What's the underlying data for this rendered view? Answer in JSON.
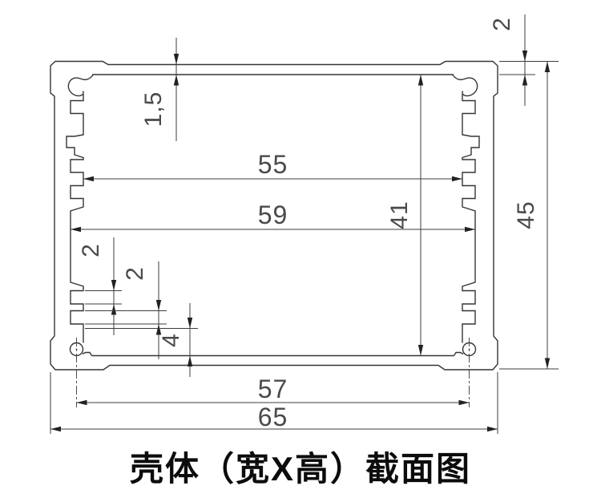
{
  "caption": "壳体（宽X高）截面图",
  "colors": {
    "background": "#ffffff",
    "line": "#353535",
    "dim_text": "#4a4a4a",
    "caption_text": "#0c0c0c"
  },
  "drawing": {
    "type": "cad-cross-section",
    "subject": "extruded enclosure profile"
  },
  "dimensions": {
    "lid_thickness": {
      "label": "1,5"
    },
    "top_cap_thickness": {
      "label": "2"
    },
    "inner_width_between_ribs": {
      "label": "55"
    },
    "inner_width": {
      "label": "59"
    },
    "inner_height": {
      "label": "41"
    },
    "outer_height": {
      "label": "45"
    },
    "rib_groove_a": {
      "label": "2"
    },
    "rib_groove_b": {
      "label": "2"
    },
    "boss_floor_offset": {
      "label": "4"
    },
    "screw_boss_spacing": {
      "label": "57"
    },
    "outer_width": {
      "label": "65"
    }
  }
}
